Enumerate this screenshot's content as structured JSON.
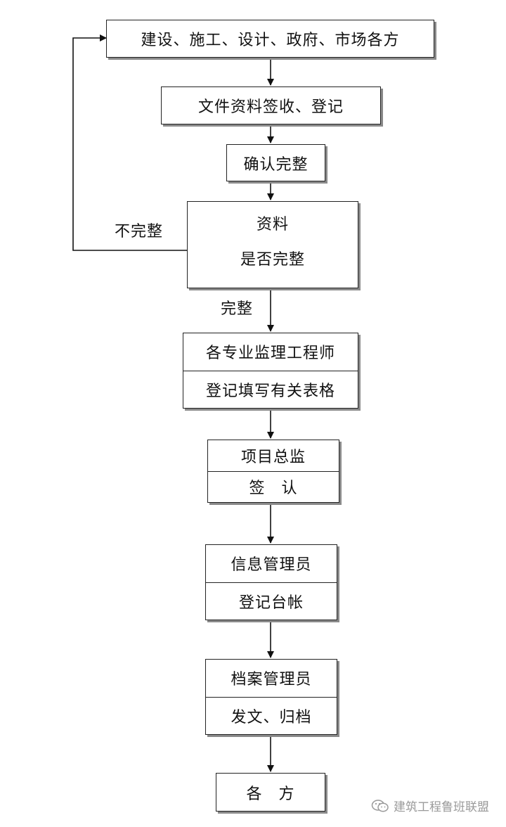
{
  "nodes": {
    "sources": "建设、施工、设计、政府、市场各方",
    "receive": "文件资料签收、登记",
    "confirm": "确认完整",
    "decision_line1": "资料",
    "decision_line2": "是否完整",
    "engineers_line1": "各专业监理工程师",
    "engineers_line2": "登记填写有关表格",
    "director_line1": "项目总监",
    "director_line2": "签　认",
    "info_line1": "信息管理员",
    "info_line2": "登记台帐",
    "archive_line1": "档案管理员",
    "archive_line2": "发文、归档",
    "final": "各　方"
  },
  "edge_labels": {
    "incomplete": "不完整",
    "complete": "完整"
  },
  "watermark": {
    "text": "建筑工程鲁班联盟",
    "icon": "wechat-icon"
  }
}
